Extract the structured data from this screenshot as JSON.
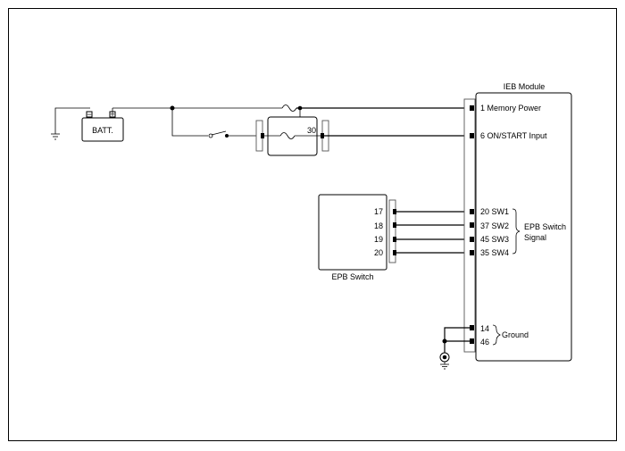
{
  "battery": {
    "label": "BATT.",
    "neg": "−",
    "pos": "+"
  },
  "relay": {
    "pin_label": "30"
  },
  "module": {
    "title": "IEB Module",
    "pins": [
      {
        "label": "1 Memory Power"
      },
      {
        "label": "6 ON/START Input"
      },
      {
        "label": "20 SW1"
      },
      {
        "label": "37 SW2"
      },
      {
        "label": "45 SW3"
      },
      {
        "label": "35 SW4"
      },
      {
        "label": "14"
      },
      {
        "label": "46"
      }
    ],
    "group_switch_line1": "EPB Switch",
    "group_switch_line2": "Signal",
    "group_ground": "Ground"
  },
  "epb_switch": {
    "title": "EPB Switch",
    "pins": [
      "17",
      "18",
      "19",
      "20"
    ]
  }
}
